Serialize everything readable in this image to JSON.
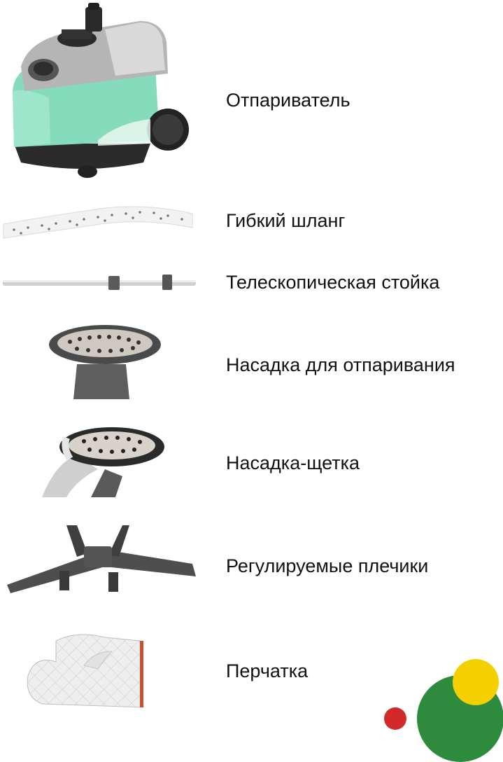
{
  "items": [
    {
      "label": "Отпариватель",
      "icon": "steamer-icon"
    },
    {
      "label": "Гибкий шланг",
      "icon": "hose-icon"
    },
    {
      "label": "Телескопическая стойка",
      "icon": "telescopic-pole-icon"
    },
    {
      "label": "Насадка для отпаривания",
      "icon": "steam-nozzle-icon"
    },
    {
      "label": "Насадка-щетка",
      "icon": "brush-nozzle-icon"
    },
    {
      "label": "Регулируемые плечики",
      "icon": "hanger-icon"
    },
    {
      "label": "Перчатка",
      "icon": "glove-icon"
    }
  ],
  "colors": {
    "steamer_body": "#7fd8b8",
    "steamer_top": "#a9a9a9",
    "plastic_dark": "#3d3d3d",
    "accent_green": "#2e8b3d",
    "accent_yellow": "#f5d000",
    "accent_red": "#d22a2a"
  }
}
